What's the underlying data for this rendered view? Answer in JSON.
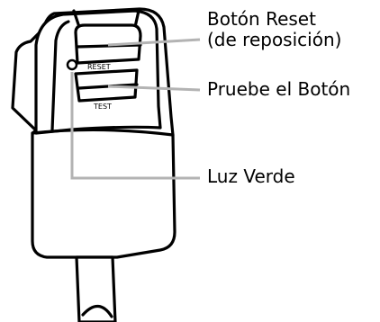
{
  "callouts": {
    "reset_line1": "Botón Reset",
    "reset_line2": "(de reposición)",
    "test": "Pruebe el Botón",
    "green_light": "Luz Verde"
  },
  "device": {
    "reset_label": "RESET",
    "test_label": "TEST"
  },
  "colors": {
    "outline": "#000000",
    "leader": "#b3b3b3",
    "background": "#ffffff"
  }
}
